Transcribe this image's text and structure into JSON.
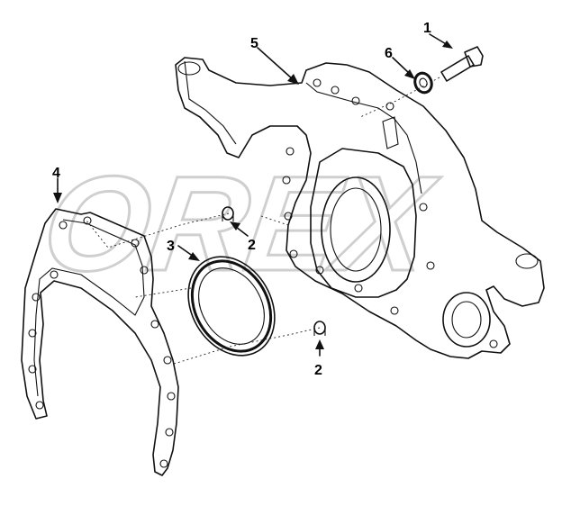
{
  "watermark": {
    "text": "OREX"
  },
  "callouts": [
    {
      "id": "1",
      "text": "1"
    },
    {
      "id": "2a",
      "text": "2"
    },
    {
      "id": "2b",
      "text": "2"
    },
    {
      "id": "3",
      "text": "3"
    },
    {
      "id": "4",
      "text": "4"
    },
    {
      "id": "5",
      "text": "5"
    },
    {
      "id": "6",
      "text": "6"
    }
  ]
}
